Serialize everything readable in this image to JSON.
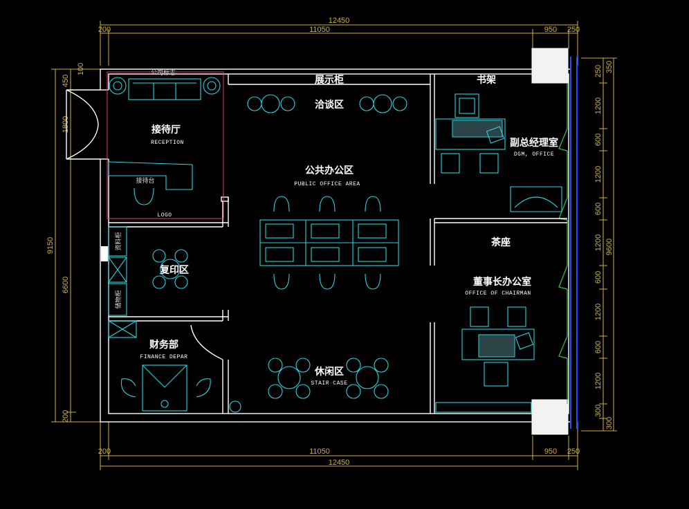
{
  "dimensions": {
    "top_total": "12450",
    "top_left": "200",
    "top_mid": "11050",
    "top_r1": "950",
    "top_r2": "250",
    "bottom_total": "12450",
    "bottom_left": "200",
    "bottom_mid": "11050",
    "bottom_r1": "950",
    "bottom_r2": "250",
    "left_outer": "9150",
    "left_top_100": "100",
    "left_450": "450",
    "left_1800": "1800",
    "left_6600": "6600",
    "left_200": "200",
    "right_outer": "9600",
    "right_350": "350",
    "right_300b": "300",
    "right_segments": [
      "250",
      "1200",
      "600",
      "1200",
      "600",
      "1200",
      "600",
      "1200",
      "600",
      "1200",
      "300"
    ]
  },
  "rooms": {
    "reception_cn": "接待厅",
    "reception_en": "RECEPTION",
    "reception_desk": "接待台",
    "company_logo": "公司标志",
    "logo_strip": "LOGO",
    "display_cabinet": "展示柜",
    "negotiation": "洽谈区",
    "bookshelf": "书架",
    "dgm_cn": "副总经理室",
    "dgm_en": "DGM, OFFICE",
    "public_cn": "公共办公区",
    "public_en": "PUBLIC OFFICE AREA",
    "tea": "茶座",
    "chairman_cn": "董事长办公室",
    "chairman_en": "OFFICE OF CHAIRMAN",
    "copy_cn": "复印区",
    "cabinet_a": "资料柜",
    "cabinet_b": "储物柜",
    "finance_cn": "财务部",
    "finance_en": "FINANCE DEPAR",
    "leisure_cn": "休闲区",
    "leisure_en": "STAIR CASE"
  }
}
